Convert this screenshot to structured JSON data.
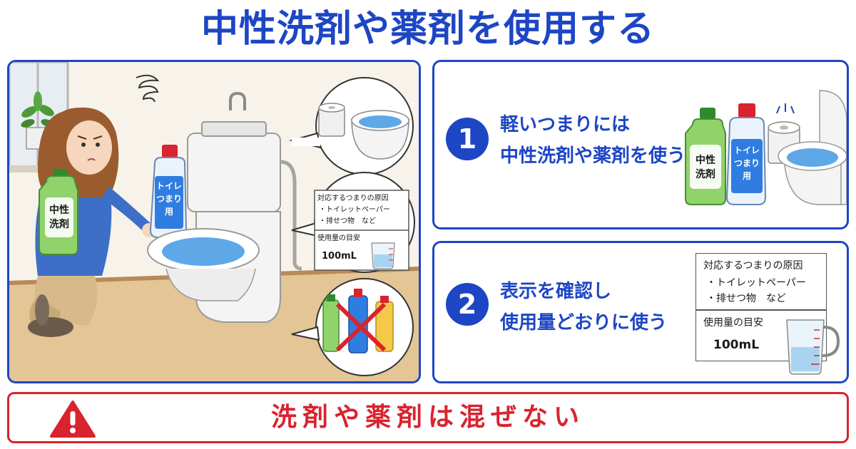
{
  "title": "中性洗剤や薬剤を使用する",
  "left_scene": {
    "neutral_bottle_label": [
      "中性",
      "洗剤"
    ],
    "pipe_bottle_label": [
      "トイレ",
      "つまり",
      "用"
    ],
    "info": {
      "heading": "対応するつまりの原因",
      "items": [
        "・トイレットペーパー",
        "・排せつ物　など"
      ],
      "usage_label": "使用量の目安",
      "amount": "100mL"
    }
  },
  "steps": [
    {
      "number": "1",
      "lines": [
        "軽いつまりには",
        "中性洗剤や薬剤を使う"
      ],
      "neutral_bottle_label": [
        "中性",
        "洗剤"
      ],
      "pipe_bottle_label": [
        "トイレ",
        "つまり",
        "用"
      ]
    },
    {
      "number": "2",
      "lines": [
        "表示を確認し",
        "使用量どおりに使う"
      ],
      "info": {
        "heading": "対応するつまりの原因",
        "items": [
          "・トイレットペーパー",
          "・排せつ物　など"
        ],
        "usage_label": "使用量の目安",
        "amount": "100mL"
      }
    }
  ],
  "warning": {
    "text": "洗剤や薬剤は混ぜない",
    "icon": "warning-triangle-icon"
  },
  "colors": {
    "primary": "#1d46c4",
    "danger": "#d9232e",
    "neutral_bottle": "#8fd36a",
    "pipe_bottle": "#2f7de0",
    "water": "#5fa8e8"
  }
}
